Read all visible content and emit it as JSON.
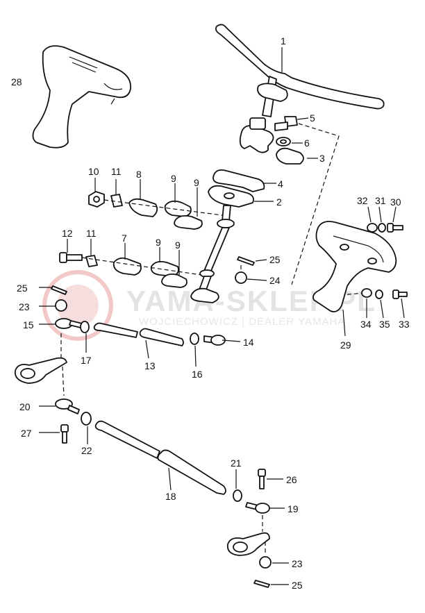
{
  "watermark": {
    "brand": "YAMA-SKLEP.PL",
    "tagline": "WOJCIECHOWICZ | DEALER YAMAHA"
  },
  "callouts": [
    "1",
    "2",
    "3",
    "4",
    "5",
    "6",
    "8",
    "9",
    "9",
    "10",
    "11",
    "11",
    "7",
    "9",
    "9",
    "12",
    "25",
    "24",
    "25",
    "23",
    "15",
    "17",
    "13",
    "16",
    "14",
    "20",
    "27",
    "22",
    "18",
    "21",
    "26",
    "19",
    "23",
    "25",
    "28",
    "32",
    "31",
    "30",
    "29",
    "34",
    "35",
    "33"
  ]
}
